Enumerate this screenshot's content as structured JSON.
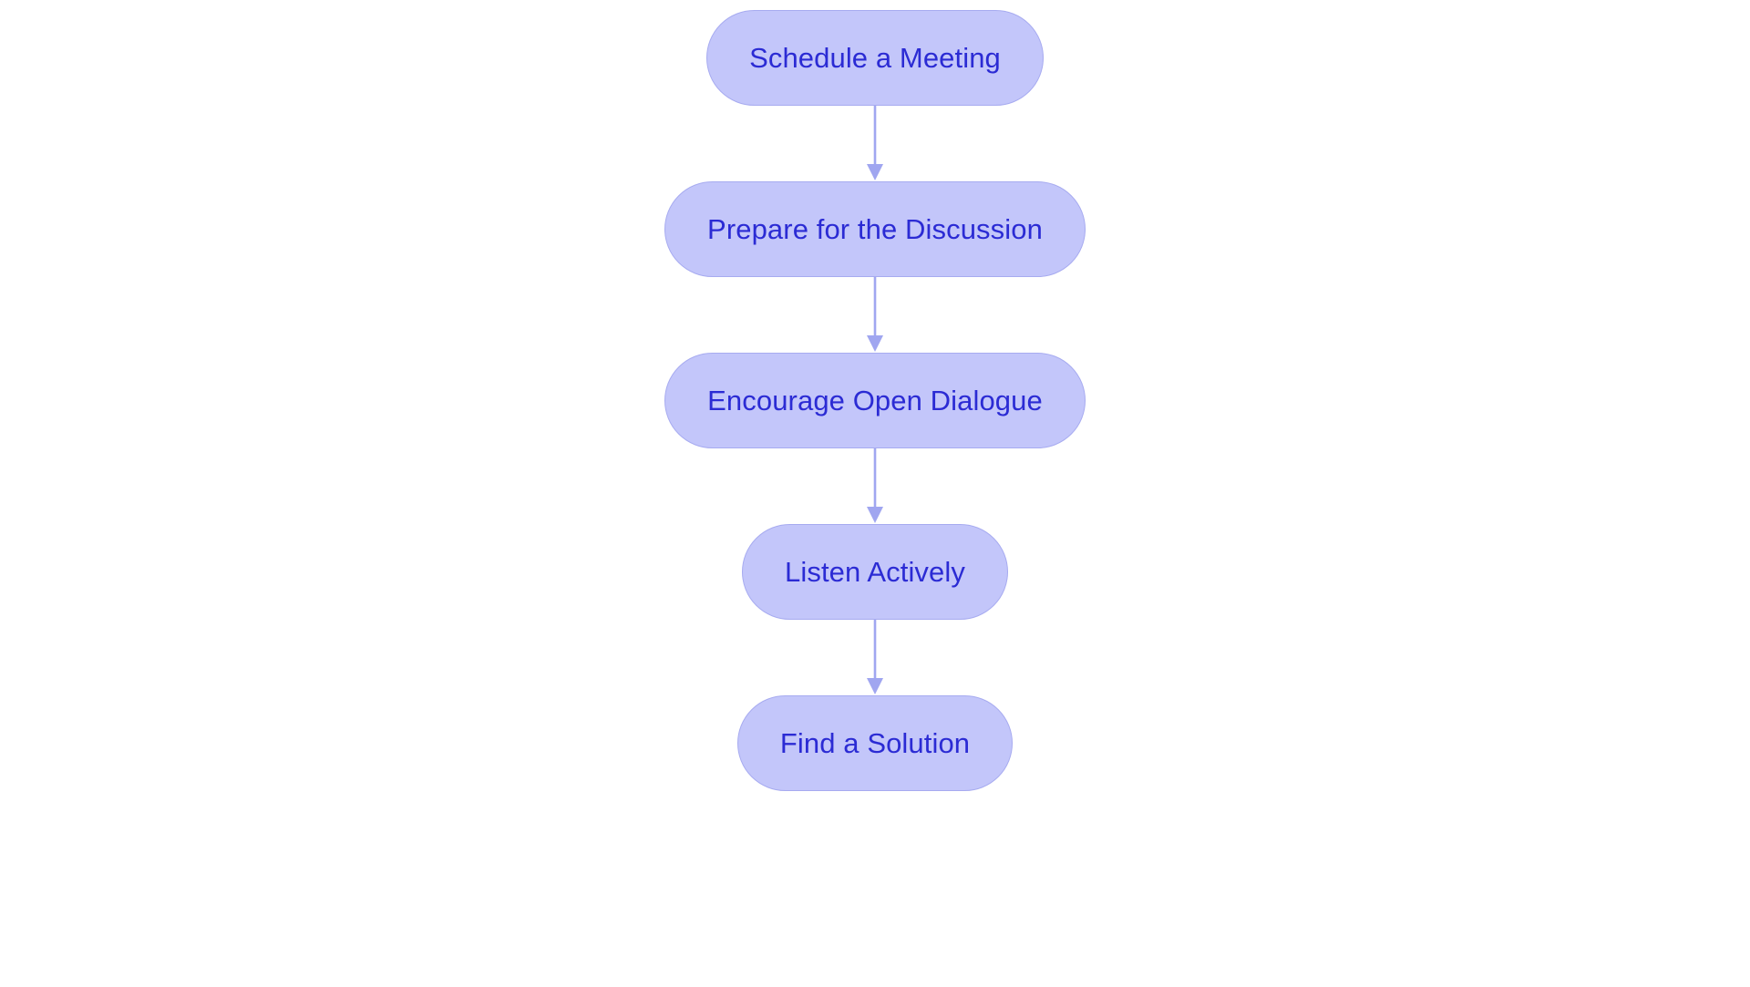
{
  "diagram": {
    "type": "flowchart",
    "orientation": "vertical-top-down",
    "background_color": "#ffffff",
    "node_fill_color": "#c3c6fa",
    "node_border_color": "#a7abf0",
    "node_text_color": "#2b2bd4",
    "connector_color": "#a0a6f0",
    "nodes": [
      {
        "id": "node-1",
        "label": "Schedule a Meeting"
      },
      {
        "id": "node-2",
        "label": "Prepare for the Discussion"
      },
      {
        "id": "node-3",
        "label": "Encourage Open Dialogue"
      },
      {
        "id": "node-4",
        "label": "Listen Actively"
      },
      {
        "id": "node-5",
        "label": "Find a Solution"
      }
    ],
    "edges": [
      {
        "id": "edge-1",
        "from": "Schedule a Meeting",
        "to": "Prepare for the Discussion",
        "arrow": "down"
      },
      {
        "id": "edge-2",
        "from": "Prepare for the Discussion",
        "to": "Encourage Open Dialogue",
        "arrow": "down"
      },
      {
        "id": "edge-3",
        "from": "Encourage Open Dialogue",
        "to": "Listen Actively",
        "arrow": "down"
      },
      {
        "id": "edge-4",
        "from": "Listen Actively",
        "to": "Find a Solution",
        "arrow": "down"
      }
    ]
  }
}
